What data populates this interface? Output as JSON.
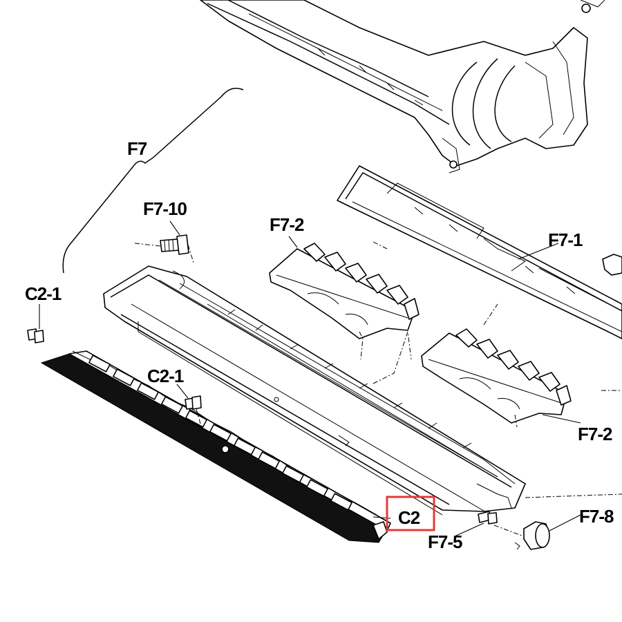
{
  "labels": {
    "f7": "F7",
    "f7_10": "F7-10",
    "f7_2_top": "F7-2",
    "f7_1": "F7-1",
    "c2_1_left": "C2-1",
    "c2_1_mid": "C2-1",
    "f7_2_bottom": "F7-2",
    "c2": "C2",
    "f7_5": "F7-5",
    "f7_8": "F7-8"
  },
  "highlight": {
    "target": "C2",
    "color": "#e53935"
  }
}
